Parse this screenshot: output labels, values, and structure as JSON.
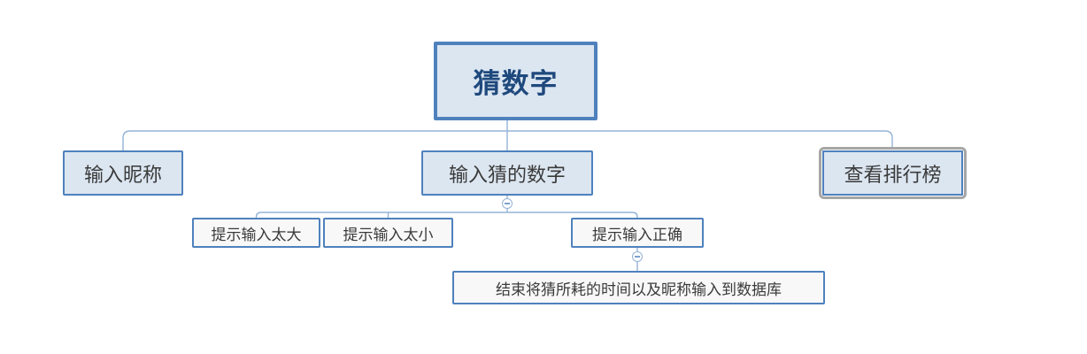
{
  "mindmap": {
    "root": {
      "label": "猜数字"
    },
    "branches": [
      {
        "label": "输入昵称"
      },
      {
        "label": "输入猜的数字",
        "collapsed": false,
        "children": [
          {
            "label": "提示输入太大"
          },
          {
            "label": "提示输入太小"
          },
          {
            "label": "提示输入正确",
            "collapsed": false,
            "children": [
              {
                "label": "结束将猜所耗的时间以及昵称输入到数据库"
              }
            ]
          }
        ]
      },
      {
        "label": "查看排行榜",
        "selected": true
      }
    ],
    "icons": {
      "collapse_toggle": "minus-in-circle"
    },
    "colors": {
      "node_fill": "#dce6f1",
      "leaf_fill": "#f8f8f8",
      "node_border": "#4f81bd",
      "root_text": "#1f497d",
      "node_text": "#3a3a3a",
      "connector": "#95b3d7",
      "selection_ring": "#a6a6a6",
      "background": "#ffffff"
    }
  }
}
